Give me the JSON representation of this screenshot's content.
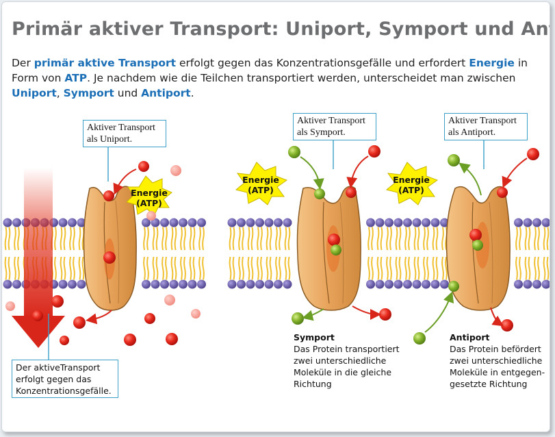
{
  "title": "Primär aktiver Transport: Uniport, Symport und Antiport",
  "intro": {
    "t1": "Der ",
    "k1": "primär aktive Transport",
    "t2": " erfolgt gegen das Konzentrationsgefälle und erfordert ",
    "k2": "Energie",
    "t3": " in Form von ",
    "k3": "ATP",
    "t4": ". Je nachdem wie die Teilchen transportiert werden, unterscheidet man zwischen ",
    "k4": "Uniport",
    "t5": ", ",
    "k5": "Symport",
    "t6": " und ",
    "k6": "Antiport",
    "t7": "."
  },
  "callouts": {
    "uniport": "Aktiver Transport als Uniport.",
    "symport": "Aktiver Transport als Symport.",
    "antiport": "Aktiver Transport als Antiport.",
    "gradient": "Der aktiveTransport erfolgt gegen das Konzentrationsgefälle."
  },
  "energy": {
    "line1": "Energie",
    "line2": "(ATP)"
  },
  "captions": {
    "symport_title": "Symport",
    "symport_text": "Das Protein transportiert zwei unterschiedliche Moleküle in die gleiche Richtung",
    "antiport_title": "Antiport",
    "antiport_text": "Das Protein befördert zwei unterschiedliche Moleküle in entgegen-gesetzte Richtung"
  },
  "colors": {
    "keyword": "#1b6fb6",
    "title": "#6d6e70",
    "callout_border": "#3aa0c9",
    "membrane_head": "#6a5fa8",
    "membrane_tail": "#f0c030",
    "protein": "#e8a050",
    "molecule_red": "#e0201a",
    "molecule_green": "#7fae2a",
    "burst": "#fff200",
    "arrow_gradient": "#e0301a"
  }
}
